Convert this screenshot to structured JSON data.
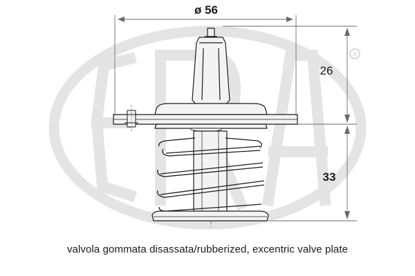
{
  "dimensions": {
    "diameter_label": "ø 56",
    "height_upper": "26",
    "height_lower": "33"
  },
  "watermark": {
    "brand": "ERA",
    "registered_mark": "®"
  },
  "caption": "valvola gommata disassata/rubberized, excentric valve plate",
  "colors": {
    "line": "#1a1a1a",
    "dim_line": "#6a6a6a",
    "part_fill": "#f3f3f3",
    "watermark": "#e4e4e4",
    "accent": "#b06a9a"
  }
}
